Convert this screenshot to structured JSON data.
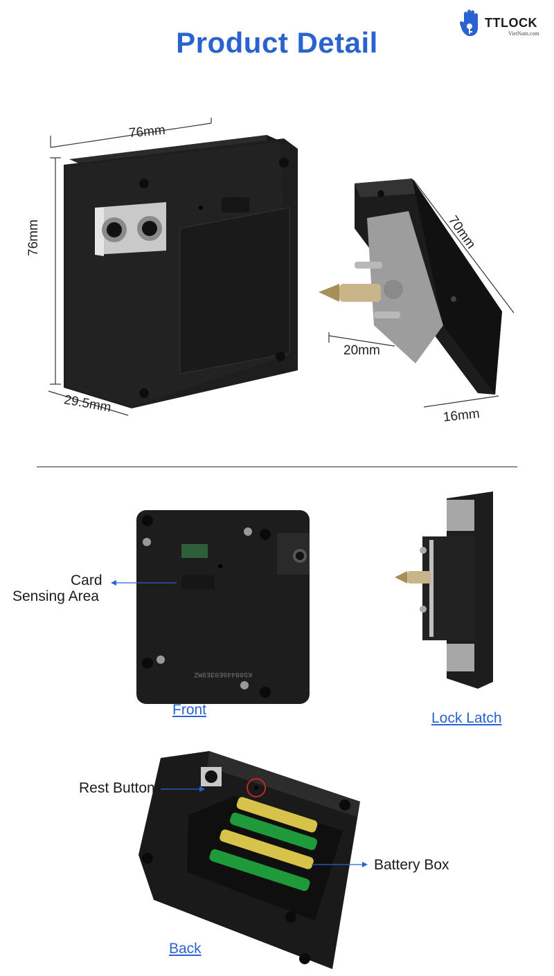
{
  "header": {
    "title": "Product Detail"
  },
  "brand": {
    "name": "TTLOCK",
    "sub": "VietNam.com",
    "icon": "hand-key-icon",
    "color": "#2a63cf"
  },
  "dimensions": {
    "lock_width": "76mm",
    "lock_height": "76mm",
    "lock_depth": "29.5mm",
    "latch_length": "70mm",
    "latch_pin": "20mm",
    "latch_depth": "16mm"
  },
  "views": {
    "front": {
      "caption": "Front",
      "card_label_line1": "Card",
      "card_label_line2": "Sensing Area",
      "serial": "KS08446E03E9MZ"
    },
    "latch": {
      "caption": "Lock Latch"
    },
    "back": {
      "caption": "Back",
      "reset_label": "Rest Button",
      "battery_label": "Battery Box"
    }
  },
  "colors": {
    "accent": "#2a63cf",
    "device": "#1c1c1c",
    "battery_green": "#1f9a3a",
    "battery_gold": "#d8c34a"
  }
}
